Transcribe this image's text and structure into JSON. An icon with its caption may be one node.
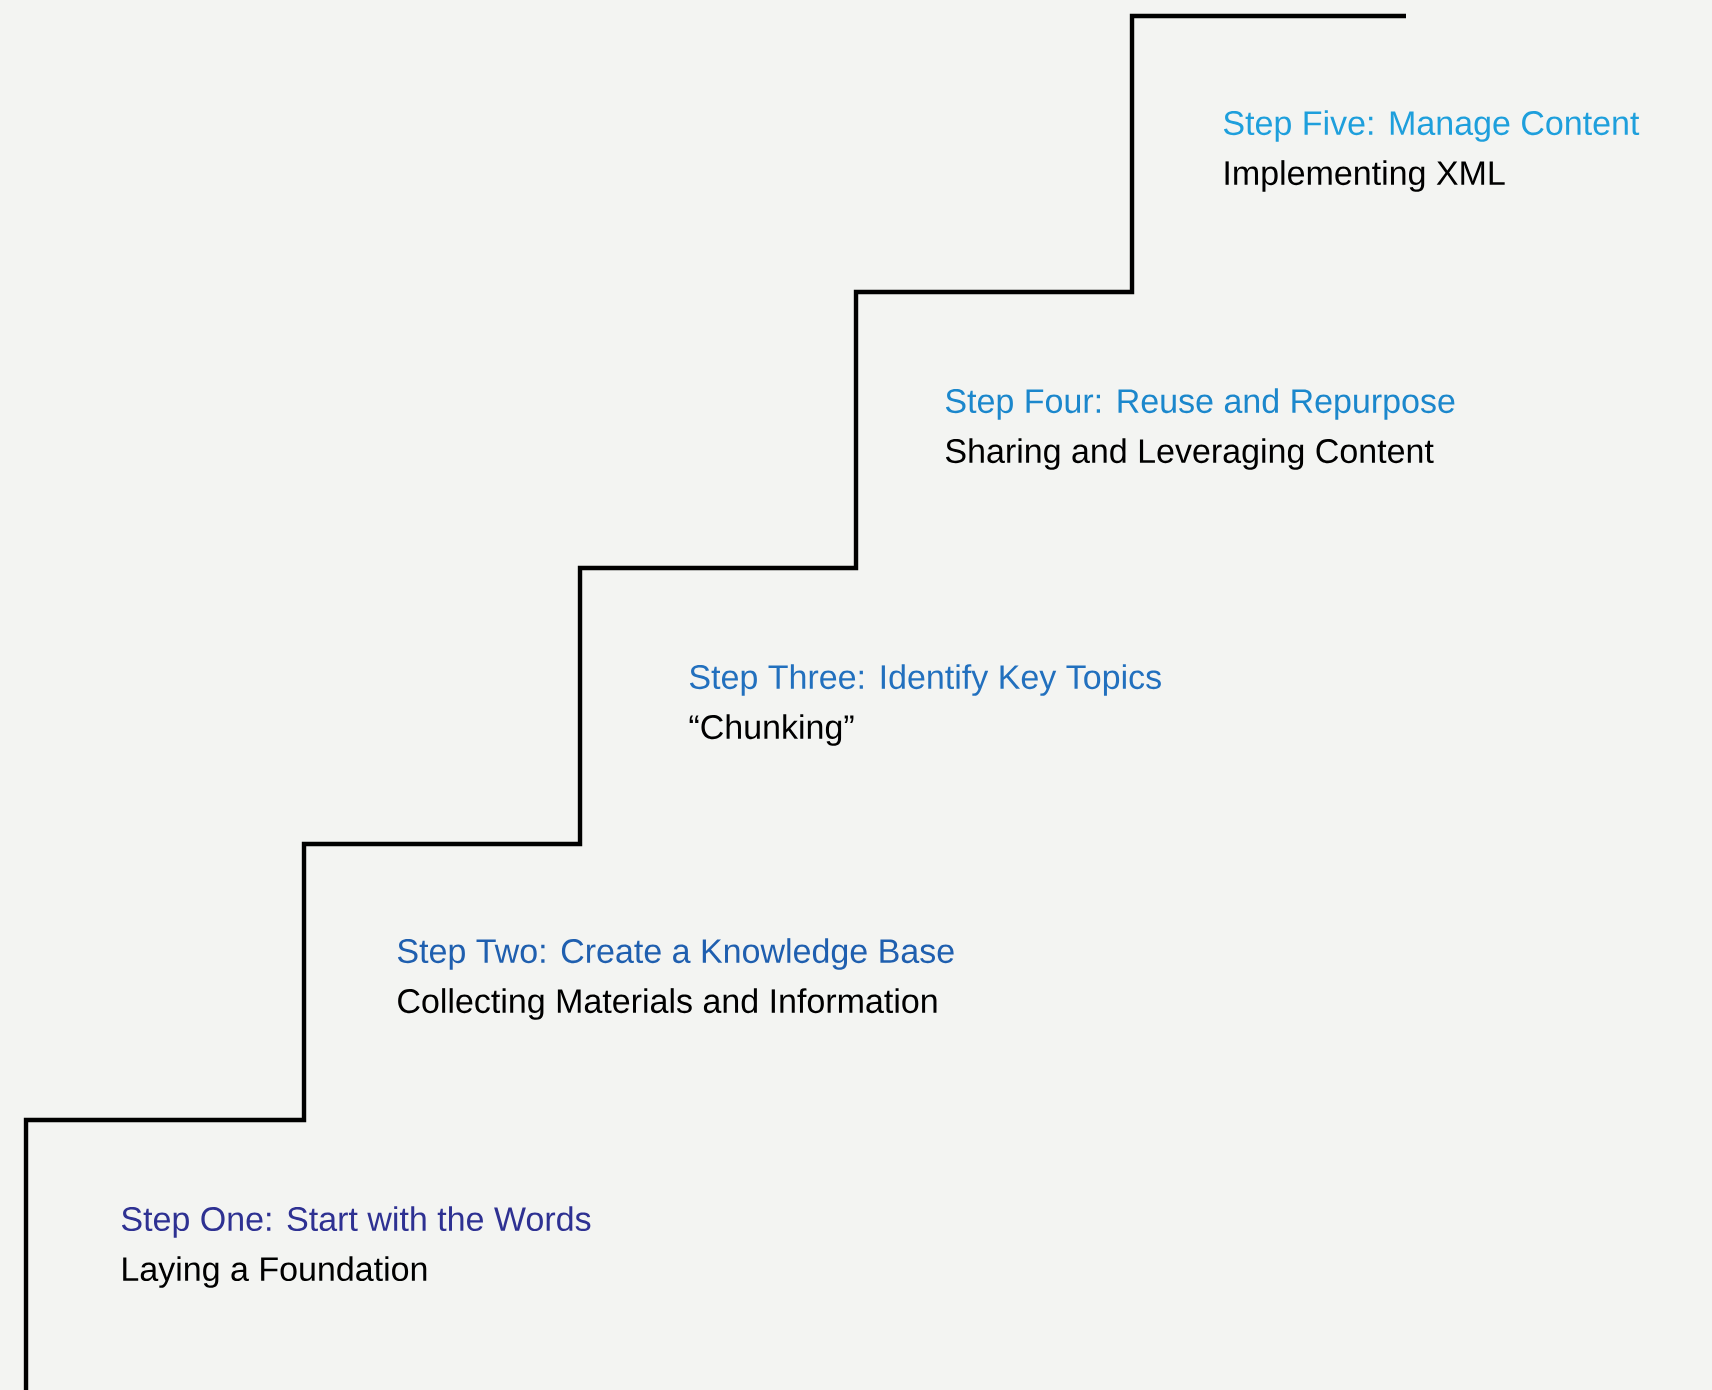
{
  "diagram": {
    "labels": [
      "Step One: Start with the Words",
      "Laying a Foundation",
      "Step Two: Create a Knowledge Base",
      "Collecting Materials and Information",
      "Step Three:  Identify Key Topics",
      "“Chunking”",
      "Step Four: Reuse and Repurpose",
      "Sharing and Leveraging Content",
      "Step Five: Manage Content",
      "Implementing XML"
    ]
  }
}
